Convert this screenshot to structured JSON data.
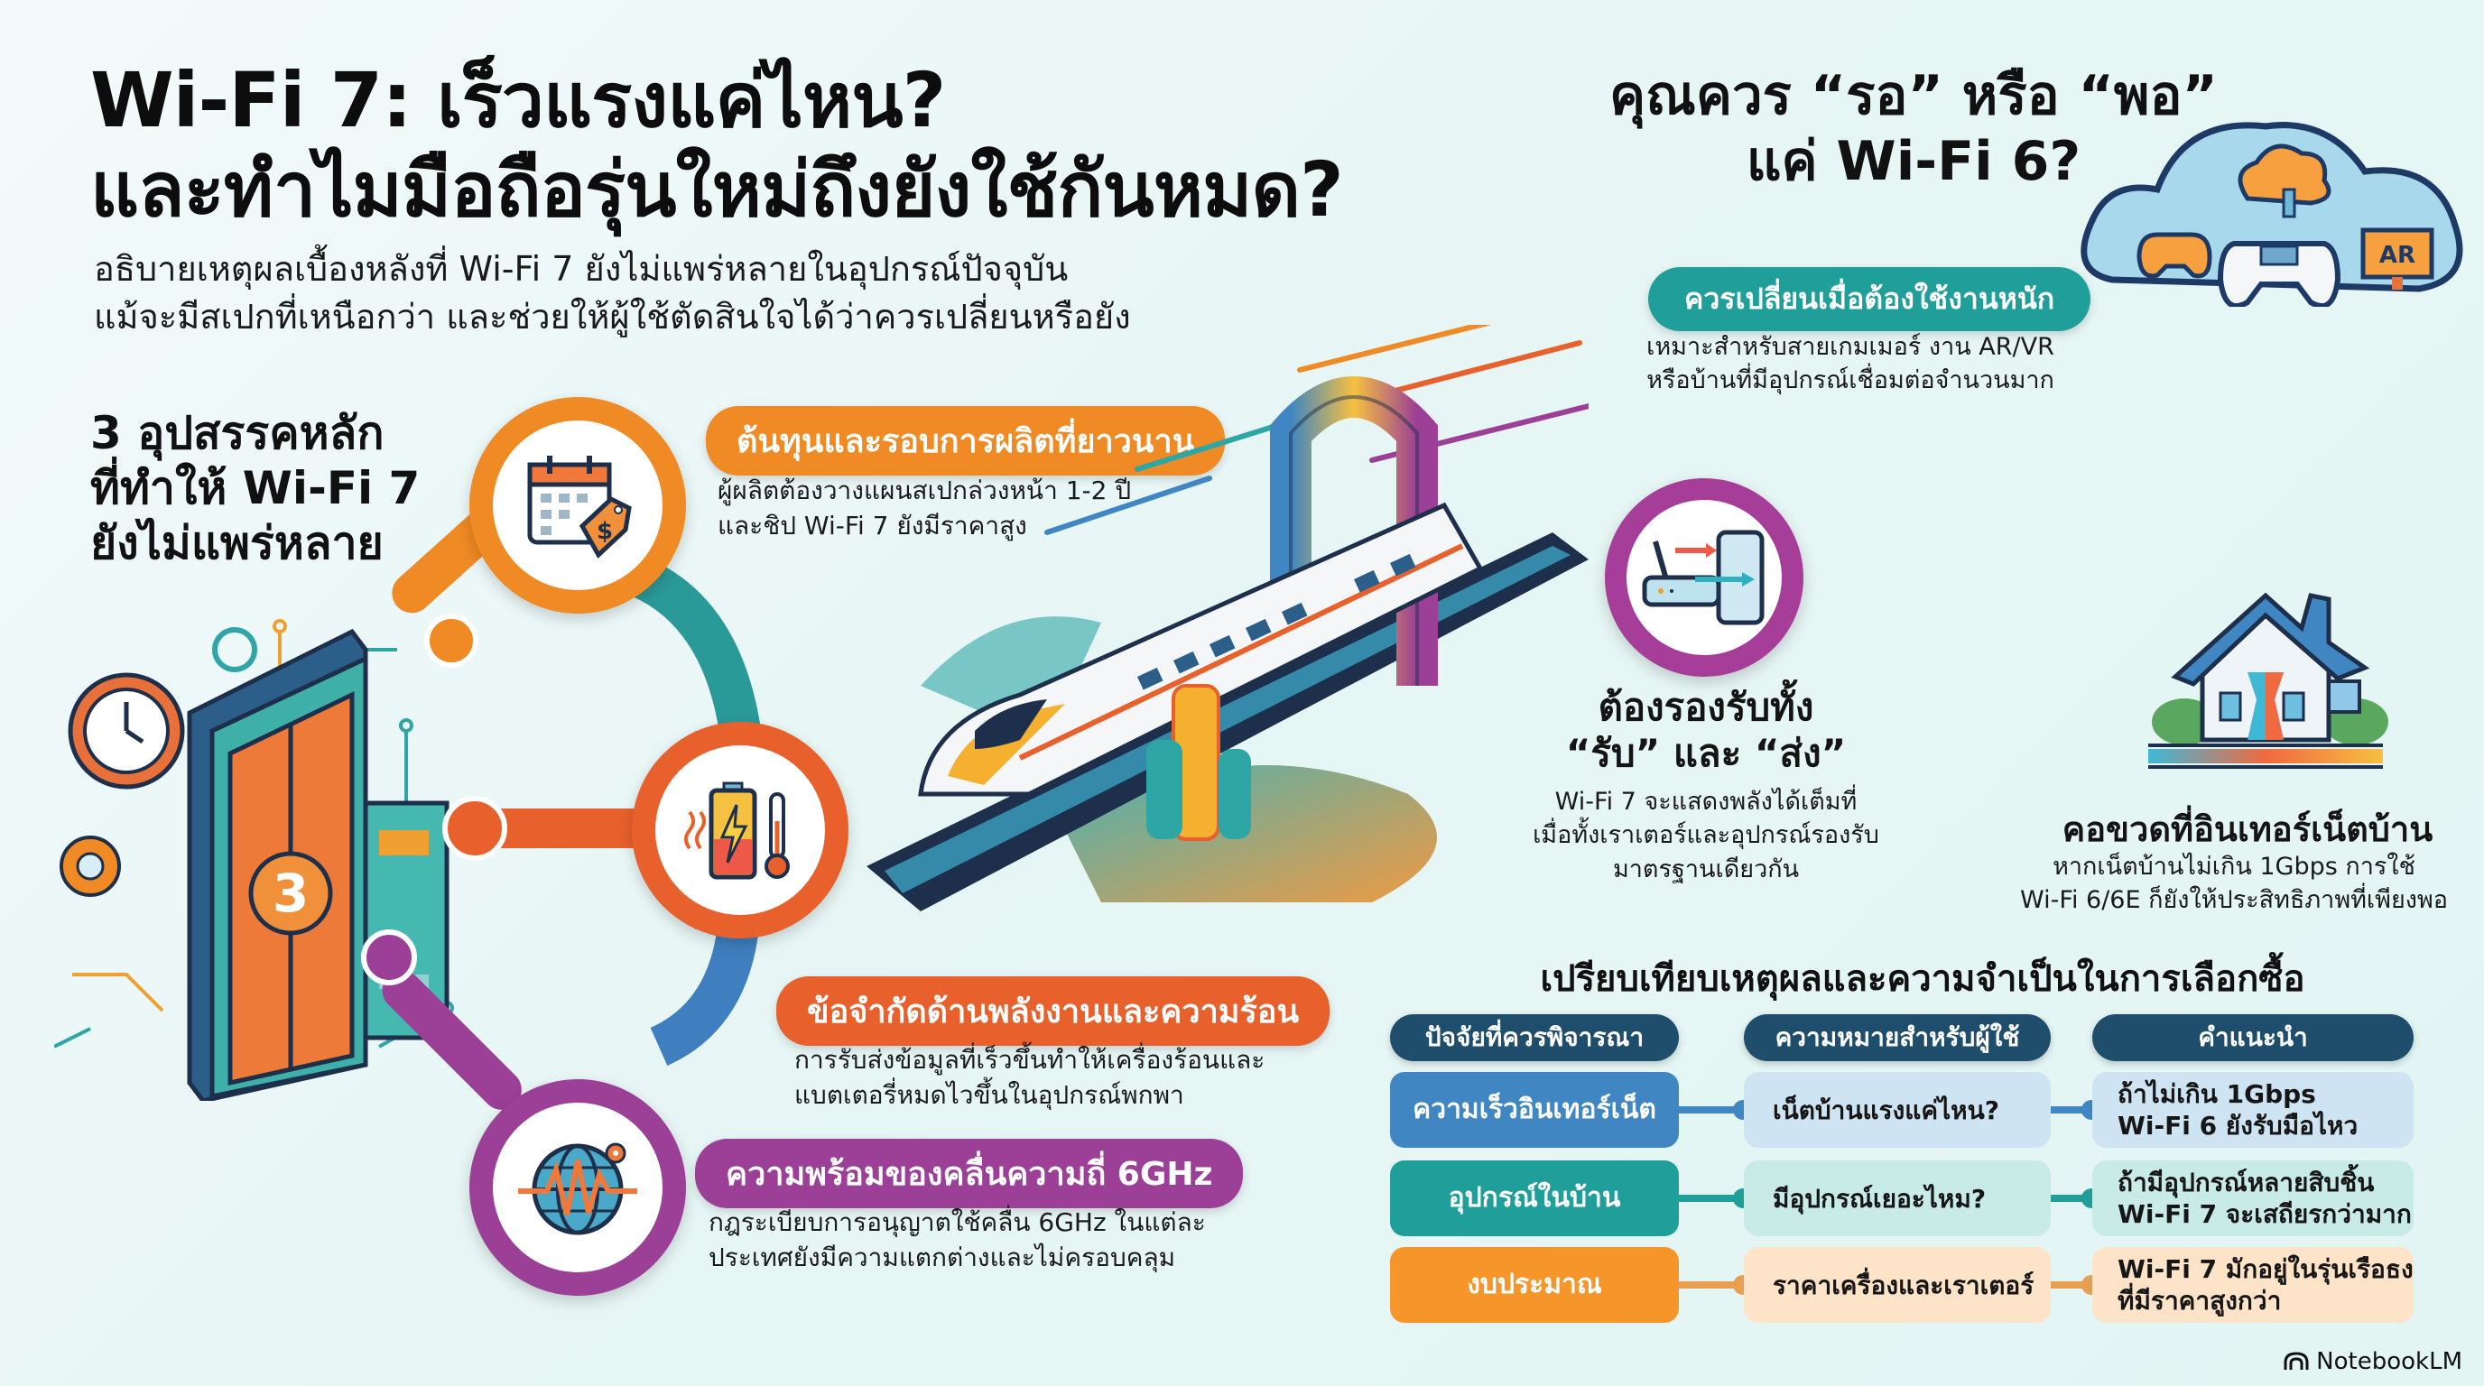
{
  "header": {
    "title_line1": "Wi-Fi 7: เร็วแรงแค่ไหน?",
    "title_line2": "และทำไมมือถือรุ่นใหม่ถึงยังใช้กันหมด?",
    "subtitle_line1": "อธิบายเหตุผลเบื้องหลังที่ Wi-Fi 7 ยังไม่แพร่หลายในอุปกรณ์ปัจจุบัน",
    "subtitle_line2": "แม้จะมีสเปกที่เหนือกว่า และช่วยให้ผู้ใช้ตัดสินใจได้ว่าควรเปลี่ยนหรือยัง"
  },
  "obstacles": {
    "heading_line1": "3 อุปสรรคหลัก",
    "heading_line2": "ที่ทำให้ Wi-Fi 7",
    "heading_line3": "ยังไม่แพร่หลาย",
    "center_number": "3",
    "items": [
      {
        "title": "ต้นทุนและรอบการผลิตที่ยาวนาน",
        "desc_line1": "ผู้ผลิตต้องวางแผนสเปกล่วงหน้า 1-2 ปี",
        "desc_line2": "และชิป Wi-Fi 7 ยังมีราคาสูง",
        "icon": "calendar-price-tag-icon",
        "color": "#f08a24"
      },
      {
        "title": "ข้อจำกัดด้านพลังงานและความร้อน",
        "desc_line1": "การรับส่งข้อมูลที่เร็วขึ้นทำให้เครื่องร้อนและ",
        "desc_line2": "แบตเตอรี่หมดไวขึ้นในอุปกรณ์พกพา",
        "icon": "battery-heat-icon",
        "color": "#e8612c"
      },
      {
        "title": "ความพร้อมของคลื่นความถี่ 6GHz",
        "desc_line1": "กฎระเบียบการอนุญาตใช้คลื่น 6GHz ในแต่ละ",
        "desc_line2": "ประเทศยังมีความแตกต่างและไม่ครอบคลุม",
        "icon": "globe-signal-icon",
        "color": "#9b3f97"
      }
    ]
  },
  "decision": {
    "title_line1": "คุณควร “รอ” หรือ “พอ”",
    "title_line2": "แค่ Wi-Fi 6?",
    "heavy_use": {
      "label": "ควรเปลี่ยนเมื่อต้องใช้งานหนัก",
      "desc_line1": "เหมาะสำหรับสายเกมเมอร์ งาน AR/VR",
      "desc_line2": "หรือบ้านที่มีอุปกรณ์เชื่อมต่อจำนวนมาก",
      "icon_ar_label": "AR"
    },
    "both_ends": {
      "title_line1": "ต้องรองรับทั้ง",
      "title_line2": "“รับ” และ “ส่ง”",
      "desc_line1": "Wi-Fi 7 จะแสดงพลังได้เต็มที่",
      "desc_line2": "เมื่อทั้งเราเตอร์และอุปกรณ์รองรับ",
      "desc_line3": "มาตรฐานเดียวกัน"
    },
    "bottleneck": {
      "title": "คอขวดที่อินเทอร์เน็ตบ้าน",
      "desc_line1": "หากเน็ตบ้านไม่เกิน 1Gbps การใช้",
      "desc_line2": "Wi-Fi 6/6E ก็ยังให้ประสิทธิภาพที่เพียงพอ"
    }
  },
  "comparison": {
    "title": "เปรียบเทียบเหตุผลและความจำเป็นในการเลือกซื้อ",
    "headers": [
      "ปัจจัยที่ควรพิจารณา",
      "ความหมายสำหรับผู้ใช้",
      "คำแนะนำ"
    ],
    "rows": [
      {
        "factor": "ความเร็วอินเทอร์เน็ต",
        "meaning": "เน็ตบ้านแรงแค่ไหน?",
        "advice_line1": "ถ้าไม่เกิน 1Gbps",
        "advice_line2": "Wi-Fi 6 ยังรับมือไหว",
        "color": "#3f86c2",
        "light": "#cfe4f2"
      },
      {
        "factor": "อุปกรณ์ในบ้าน",
        "meaning": "มีอุปกรณ์เยอะไหม?",
        "advice_line1": "ถ้ามีอุปกรณ์หลายสิบชิ้น",
        "advice_line2": "Wi-Fi 7 จะเสถียรกว่ามาก",
        "color": "#1f9e9a",
        "light": "#c9ebe8"
      },
      {
        "factor": "งบประมาณ",
        "meaning": "ราคาเครื่องและเราเตอร์",
        "advice_line1": "Wi-Fi 7 มักอยู่ในรุ่นเรือธง",
        "advice_line2": "ที่มีราคาสูงกว่า",
        "color": "#f5952a",
        "light": "#fde3c8"
      }
    ]
  },
  "footer": {
    "brand": "NotebookLM"
  }
}
